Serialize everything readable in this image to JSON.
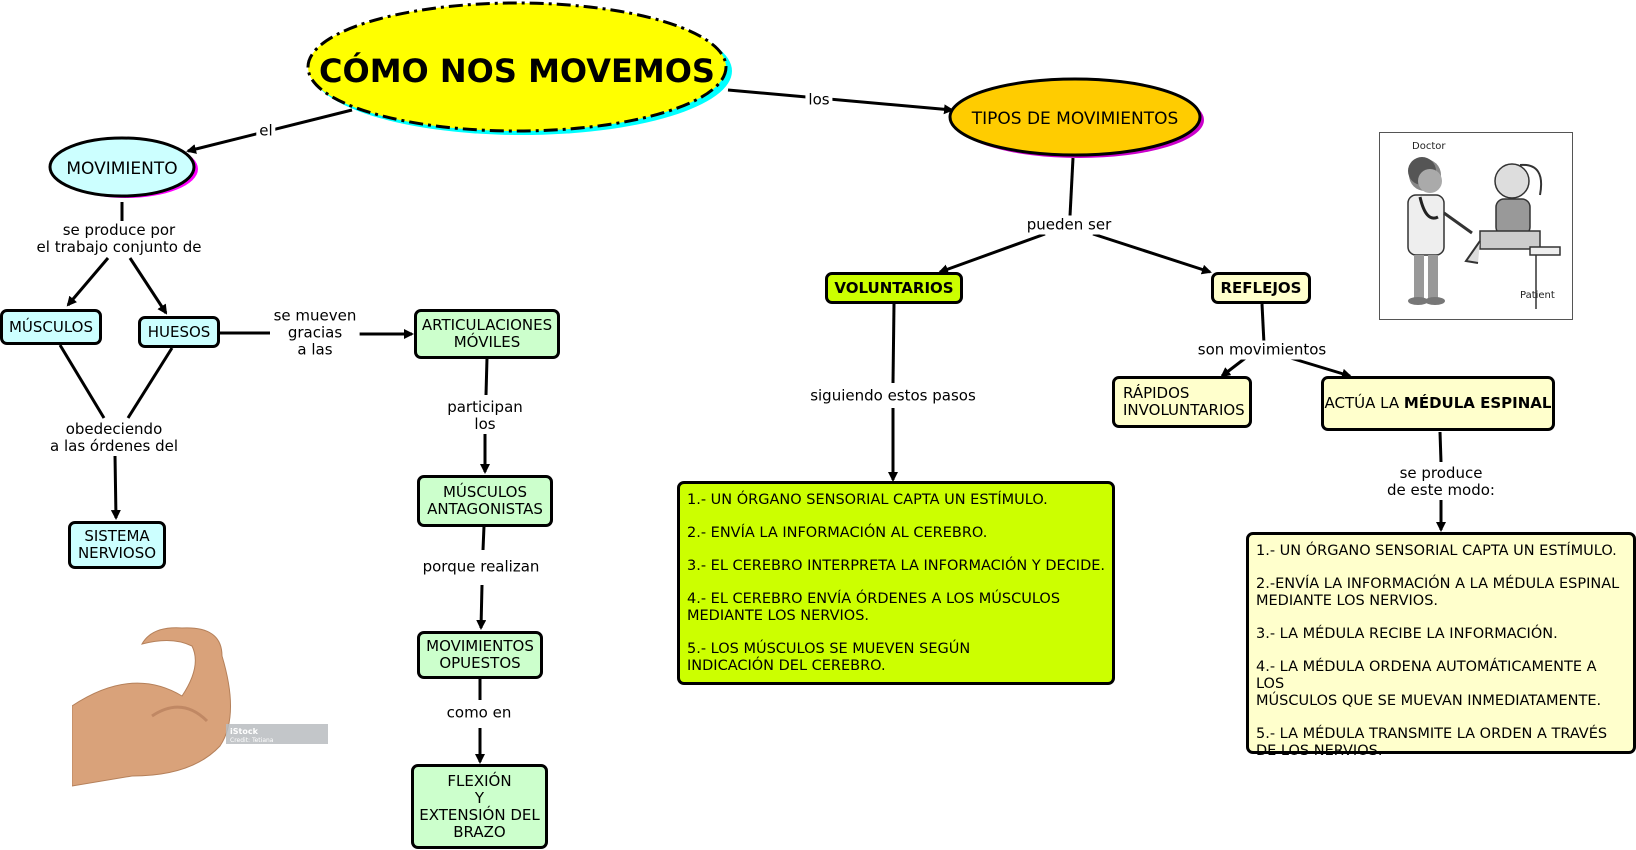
{
  "title": "CÓMO NOS MOVEMOS",
  "nodes": {
    "movimiento": "MOVIMIENTO",
    "musculos": "MÚSCULOS",
    "huesos": "HUESOS",
    "sistema_nervioso": "SISTEMA\nNERVIOSO",
    "articulaciones": "ARTICULACIONES\nMÓVILES",
    "musculos_antagonistas": "MÚSCULOS\nANTAGONISTAS",
    "movimientos_opuestos": "MOVIMIENTOS\nOPUESTOS",
    "flexion": "FLEXIÓN\nY\nEXTENSIÓN DEL\nBRAZO",
    "tipos": "TIPOS DE MOVIMIENTOS",
    "voluntarios": "VOLUNTARIOS",
    "reflejos": "REFLEJOS",
    "rapidos": "RÁPIDOS\nINVOLUNTARIOS",
    "actua_prefix": "ACTÚA LA ",
    "actua_bold": "MÉDULA ESPINAL"
  },
  "links": {
    "el": "el",
    "los": "los",
    "se_produce_por": "se produce por\nel trabajo conjunto de",
    "se_mueven": "se mueven\ngracias\na las",
    "obedeciendo": "obedeciendo\na las órdenes del",
    "participan": "participan\nlos",
    "porque_realizan": "porque realizan",
    "como_en": "como en",
    "pueden_ser": "pueden ser",
    "siguiendo": "siguiendo estos pasos",
    "son_movimientos": "son movimientos",
    "se_produce_modo": "se produce\nde este modo:"
  },
  "voluntary_steps": [
    "1.- UN ÓRGANO SENSORIAL CAPTA UN ESTÍMULO.",
    "2.- ENVÍA LA INFORMACIÓN AL CEREBRO.",
    "3.- EL CEREBRO INTERPRETA LA INFORMACIÓN Y DECIDE.",
    "4.- EL CEREBRO ENVÍA ÓRDENES A LOS MÚSCULOS\nMEDIANTE LOS NERVIOS.",
    "5.- LOS MÚSCULOS SE MUEVEN SEGÚN\nINDICACIÓN DEL CEREBRO."
  ],
  "reflex_steps": [
    "1.- UN ÓRGANO SENSORIAL CAPTA UN ESTÍMULO.",
    "2.-ENVÍA LA INFORMACIÓN A LA MÉDULA ESPINAL\nMEDIANTE LOS NERVIOS.",
    "3.- LA MÉDULA RECIBE LA INFORMACIÓN.",
    "4.- LA MÉDULA ORDENA AUTOMÁTICAMENTE A LOS\nMÚSCULOS QUE SE MUEVAN INMEDIATAMENTE.",
    "5.- LA MÉDULA TRANSMITE LA ORDEN A TRAVÉS\nDE LOS NERVIOS."
  ],
  "images": {
    "doctor_label": "Doctor",
    "patient_label": "Patient",
    "istock_label": "iStock",
    "istock_credit": "Credit: Tetiana"
  },
  "colors": {
    "title_fill": "#ffff00",
    "tipos_fill": "#ffcc00",
    "cyan": "#ccffff",
    "green": "#ccffcc",
    "lime": "#ccff00",
    "cream": "#ffffcc",
    "shadow_magenta": "#ff00ff",
    "shadow_cyan": "#00ffff"
  }
}
